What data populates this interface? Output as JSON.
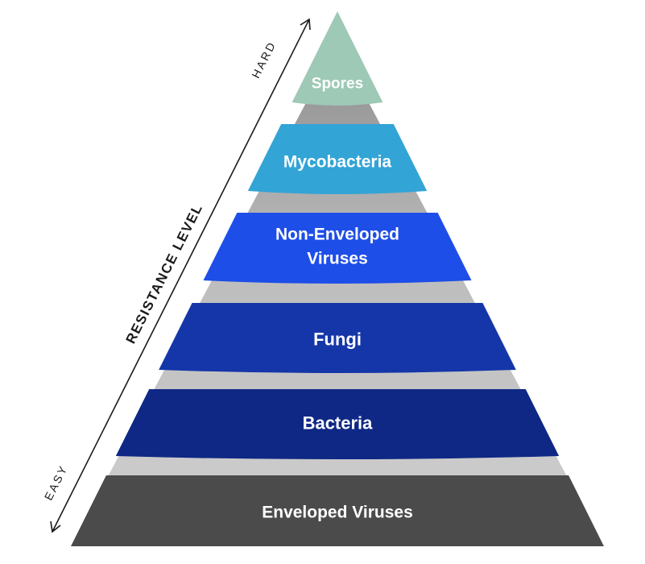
{
  "axis": {
    "title": "RESISTANCE LEVEL",
    "top_label": "HARD",
    "bottom_label": "EASY"
  },
  "tiers": [
    {
      "lines": [
        "Spores"
      ],
      "color": "#9ec9b6"
    },
    {
      "lines": [
        "Mycobacteria"
      ],
      "color": "#32a4d6"
    },
    {
      "lines": [
        "Non-Enveloped",
        "Viruses"
      ],
      "color": "#1e4ee8"
    },
    {
      "lines": [
        "Fungi"
      ],
      "color": "#1436a8"
    },
    {
      "lines": [
        "Bacteria"
      ],
      "color": "#0f2885"
    },
    {
      "lines": [
        "Enveloped Viruses"
      ],
      "color": "#4b4b4b"
    }
  ],
  "colors": {
    "gap": "#c4c4c4",
    "axis": "#1a1a1a"
  }
}
